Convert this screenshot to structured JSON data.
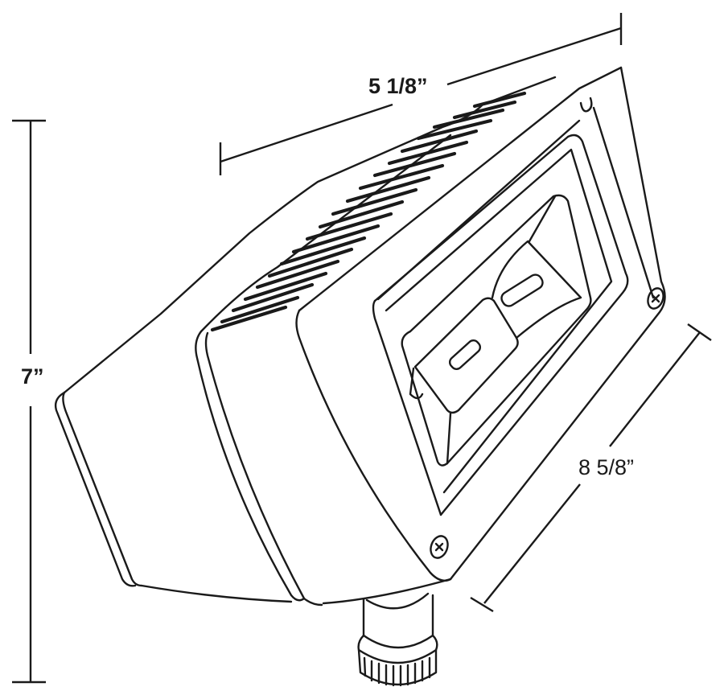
{
  "figure": {
    "subject": "LED floodlight fixture line drawing",
    "line_color": "#1a1a1a",
    "background_color": "#ffffff"
  },
  "dimensions": {
    "width": {
      "label": "5 1/8”",
      "axis": "top diagonal"
    },
    "height": {
      "label": "7”",
      "axis": "left vertical"
    },
    "depth": {
      "label": "8 5/8”",
      "axis": "right diagonal"
    }
  },
  "parts": {
    "housing": "rear housing with vent slats",
    "vent_slat_count": 20,
    "lens_frame": "front lens bezel",
    "led_modules": 2,
    "screws": 2,
    "knuckle": "threaded knuckle mount"
  }
}
